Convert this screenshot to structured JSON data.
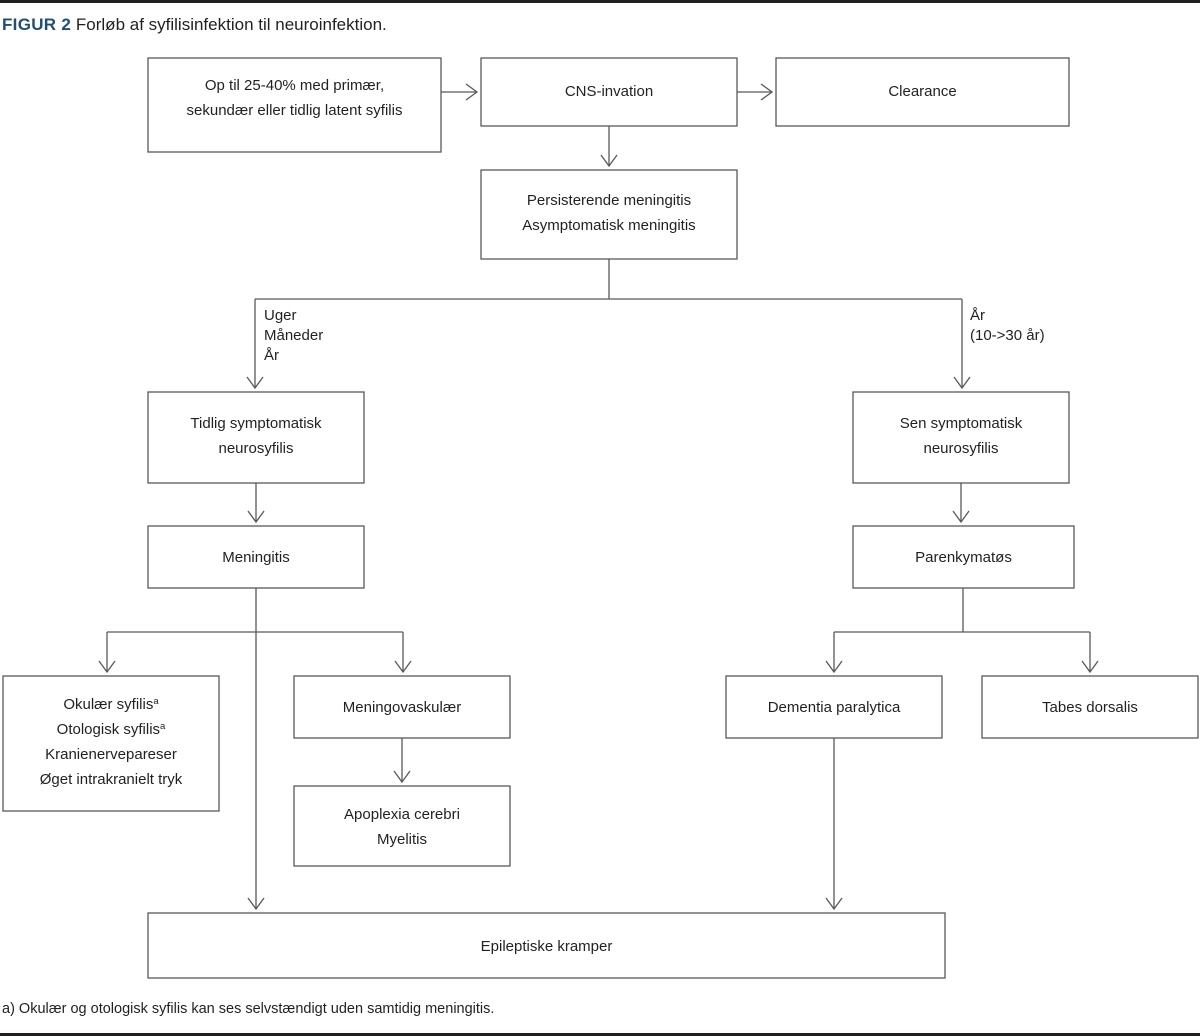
{
  "figure": {
    "label": "FIGUR 2",
    "caption": "Forløb af syfilisinfektion til neuroinfektion.",
    "footnote": "a) Okulær og otologisk syfilis kan ses selvstændigt uden samtidig meningitis.",
    "colors": {
      "label_blue": "#1f4e79",
      "text": "#231f20",
      "box_stroke": "#58595b",
      "rule": "#231f20",
      "background": "#ffffff"
    }
  },
  "chart_data": {
    "type": "diagram",
    "title": "Forløb af syfilisinfektion til neuroinfektion.",
    "nodes": [
      {
        "id": "primary",
        "lines": [
          "Op til  25-40% med primær,",
          "sekundær eller tidlig latent syfilis"
        ]
      },
      {
        "id": "cns",
        "lines": [
          "CNS-invation"
        ]
      },
      {
        "id": "clearance",
        "lines": [
          "Clearance"
        ]
      },
      {
        "id": "meningitis-persist",
        "lines": [
          "Persisterende meningitis",
          "Asymptomatisk meningitis"
        ]
      },
      {
        "id": "early-neuro",
        "lines": [
          "Tidlig symptomatisk",
          "neurosyfilis"
        ]
      },
      {
        "id": "late-neuro",
        "lines": [
          "Sen symptomatisk",
          "neurosyfilis"
        ]
      },
      {
        "id": "meningitis",
        "lines": [
          "Meningitis"
        ]
      },
      {
        "id": "parenchymatous",
        "lines": [
          "Parenkymatøs"
        ]
      },
      {
        "id": "ocular",
        "lines": [
          "Okulær syfilis",
          "Otologisk syfilis",
          "Kranienervepareser",
          "Øget intrakranielt tryk"
        ],
        "superscripts": [
          "a",
          "a",
          "",
          ""
        ]
      },
      {
        "id": "meningovascular",
        "lines": [
          "Meningovaskulær"
        ]
      },
      {
        "id": "apoplexia",
        "lines": [
          "Apoplexia cerebri",
          "Myelitis"
        ]
      },
      {
        "id": "dementia",
        "lines": [
          "Dementia paralytica"
        ]
      },
      {
        "id": "tabes",
        "lines": [
          "Tabes dorsalis"
        ]
      },
      {
        "id": "seizures",
        "lines": [
          "Epileptiske kramper"
        ]
      }
    ],
    "edges": [
      {
        "from": "primary",
        "to": "cns",
        "label": ""
      },
      {
        "from": "cns",
        "to": "clearance",
        "label": ""
      },
      {
        "from": "cns",
        "to": "meningitis-persist",
        "label": ""
      },
      {
        "from": "meningitis-persist",
        "to": "early-neuro",
        "label": "Uger\nMåneder\nÅr"
      },
      {
        "from": "meningitis-persist",
        "to": "late-neuro",
        "label": "År\n(10->30 år)"
      },
      {
        "from": "early-neuro",
        "to": "meningitis",
        "label": ""
      },
      {
        "from": "late-neuro",
        "to": "parenchymatous",
        "label": ""
      },
      {
        "from": "meningitis",
        "to": "ocular",
        "label": ""
      },
      {
        "from": "meningitis",
        "to": "meningovascular",
        "label": ""
      },
      {
        "from": "meningitis",
        "to": "seizures",
        "label": ""
      },
      {
        "from": "meningovascular",
        "to": "apoplexia",
        "label": ""
      },
      {
        "from": "parenchymatous",
        "to": "dementia",
        "label": ""
      },
      {
        "from": "parenchymatous",
        "to": "tabes",
        "label": ""
      },
      {
        "from": "dementia",
        "to": "seizures",
        "label": ""
      }
    ],
    "edge_labels": {
      "left_branch": [
        "Uger",
        "Måneder",
        "År"
      ],
      "right_branch": [
        "År",
        "(10->30 år)"
      ]
    }
  },
  "boxes": {
    "primary": {
      "line1": "Op til  25-40% med primær,",
      "line2": "sekundær eller tidlig latent syfilis"
    },
    "cns": {
      "line1": "CNS-invation"
    },
    "clearance": {
      "line1": "Clearance"
    },
    "meningitis_persist": {
      "line1": "Persisterende meningitis",
      "line2": "Asymptomatisk meningitis"
    },
    "early_neuro": {
      "line1": "Tidlig symptomatisk",
      "line2": "neurosyfilis"
    },
    "late_neuro": {
      "line1": "Sen symptomatisk",
      "line2": "neurosyfilis"
    },
    "meningitis": {
      "line1": "Meningitis"
    },
    "parenchymatous": {
      "line1": "Parenkymatøs"
    },
    "ocular": {
      "line1": "Okulær syfilis",
      "sup1": "a",
      "line2": "Otologisk syfilis",
      "sup2": "a",
      "line3": "Kranienervepareser",
      "line4": "Øget intrakranielt tryk"
    },
    "meningovascular": {
      "line1": "Meningovaskulær"
    },
    "apoplexia": {
      "line1": "Apoplexia cerebri",
      "line2": "Myelitis"
    },
    "dementia": {
      "line1": "Dementia paralytica"
    },
    "tabes": {
      "line1": "Tabes dorsalis"
    },
    "seizures": {
      "line1": "Epileptiske kramper"
    }
  },
  "labels": {
    "left_branch_1": "Uger",
    "left_branch_2": "Måneder",
    "left_branch_3": "År",
    "right_branch_1": "År",
    "right_branch_2": "(10->30 år)"
  }
}
